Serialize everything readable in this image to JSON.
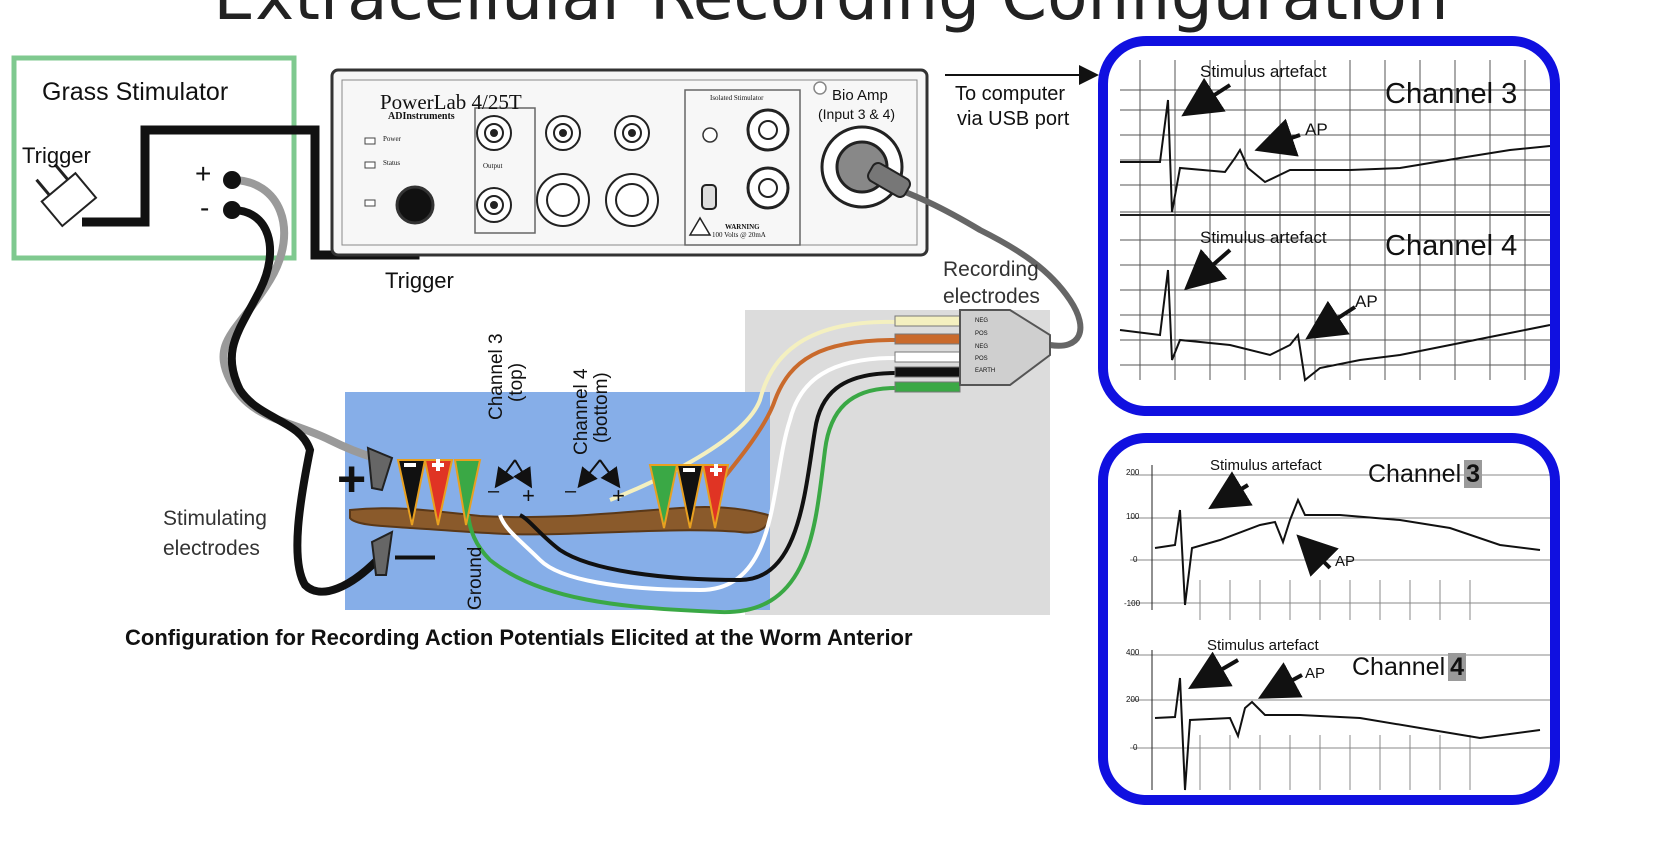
{
  "title": "Extracellular Recording Configuration",
  "stimulator": {
    "name": "Grass Stimulator",
    "trigger_label": "Trigger",
    "plus": "+",
    "minus": "-"
  },
  "powerlab": {
    "model": "PowerLab 4/25T",
    "maker": "ADInstruments",
    "power": "Power",
    "status": "Status",
    "output": "Output",
    "isolated_stimulator": "Isolated Stimulator",
    "warning": "WARNING",
    "warning_detail": "100 Volts @ 20mA",
    "bio_amp": "Bio Amp",
    "bio_amp_input": "(Input 3 & 4)"
  },
  "trigger_cable_label": "Trigger",
  "to_computer": [
    "To computer",
    "via USB port"
  ],
  "recording_electrodes": [
    "Recording",
    "electrodes"
  ],
  "connector_pins": [
    "NEG",
    "POS",
    "NEG",
    "POS",
    "EARTH"
  ],
  "channel3_label": [
    "Channel 3",
    "(top)"
  ],
  "channel4_label": [
    "Channel 4",
    "(bottom)"
  ],
  "polarity": {
    "minus": "–",
    "plus": "+"
  },
  "stimulating_electrodes": [
    "Stimulating",
    "electrodes"
  ],
  "ground": "Ground",
  "stim_plus": "+",
  "stim_minus": "—",
  "caption": "Configuration for Recording Action Potentials Elicited at the Worm Anterior",
  "panel_top": {
    "ch3_title": "Channel 3",
    "ch4_title": "Channel 4",
    "artefact": "Stimulus artefact",
    "ap": "AP"
  },
  "panel_bottom": {
    "ch3_title": "Channel",
    "ch3_num": "3",
    "ch4_title": "Channel",
    "ch4_num": "4",
    "artefact": "Stimulus artefact",
    "ap": "AP",
    "ch3_ticks": [
      "200",
      "100",
      "0",
      "-100"
    ],
    "ch4_ticks": [
      "400",
      "200",
      "0"
    ]
  },
  "colors": {
    "panel_border": "#1010e0",
    "stimulator_border": "#7fc98f",
    "water": "#86aee8",
    "worm": "#8a5a2b",
    "green_electrode": "#3aa845",
    "red_electrode": "#e03424",
    "orange_wire": "#c96a2c"
  }
}
